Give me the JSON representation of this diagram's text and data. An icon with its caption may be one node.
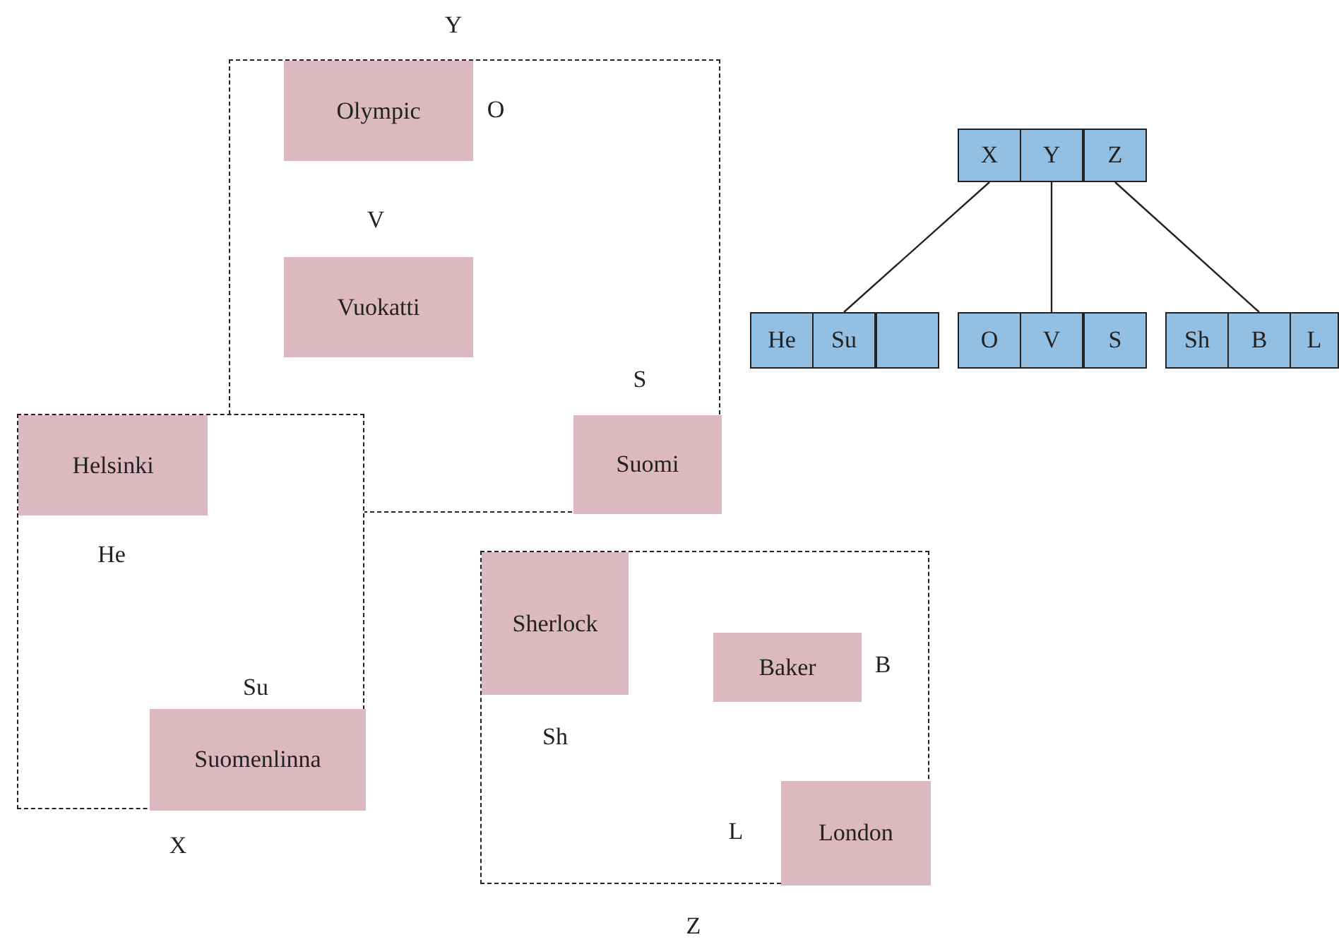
{
  "diagram": {
    "nodes": [
      {
        "text": [
          "Y"
        ]
      },
      {
        "text": [
          "Olympic"
        ],
        "in": 0,
        "beside": [
          "O"
        ]
      },
      {
        "text": [
          "Vuokatti"
        ],
        "in": 0,
        "beside": [
          "V"
        ]
      },
      {
        "text": [
          "Suomi"
        ],
        "in": 0,
        "beside": [
          "S"
        ]
      },
      {
        "text": [
          "X"
        ]
      },
      {
        "text": [
          "Helsinki"
        ],
        "in": 4,
        "beside": [
          "He"
        ]
      },
      {
        "text": [
          "Suomenlinna"
        ],
        "in": 4,
        "beside": [
          "Su"
        ]
      },
      {
        "text": [
          "Z"
        ]
      },
      {
        "text": [
          "Sherlock"
        ],
        "in": 7,
        "beside": [
          "Sh"
        ]
      },
      {
        "text": [
          "Baker"
        ],
        "in": 7,
        "beside": [
          "B"
        ]
      },
      {
        "text": [
          "London"
        ],
        "in": 7,
        "beside": [
          "L"
        ]
      },
      {
        "text": [
          "X"
        ]
      },
      {
        "text": [
          "Y"
        ]
      },
      {
        "text": [
          "Z"
        ]
      },
      {
        "text": [
          "He"
        ]
      },
      {
        "text": [
          "Su"
        ]
      },
      {
        "text": [],
        "shape": "box"
      },
      {
        "text": [
          "O"
        ]
      },
      {
        "text": [
          "V"
        ]
      },
      {
        "text": [
          "S"
        ]
      },
      {
        "text": [
          "Sh"
        ]
      },
      {
        "text": [
          "B"
        ]
      },
      {
        "text": [
          "L"
        ]
      }
    ],
    "edges": [
      {
        "from": 11,
        "to": 15,
        "arrow": "none"
      },
      {
        "from": 12,
        "to": 18,
        "arrow": "none"
      },
      {
        "from": 13,
        "to": 21,
        "arrow": "none"
      }
    ]
  }
}
